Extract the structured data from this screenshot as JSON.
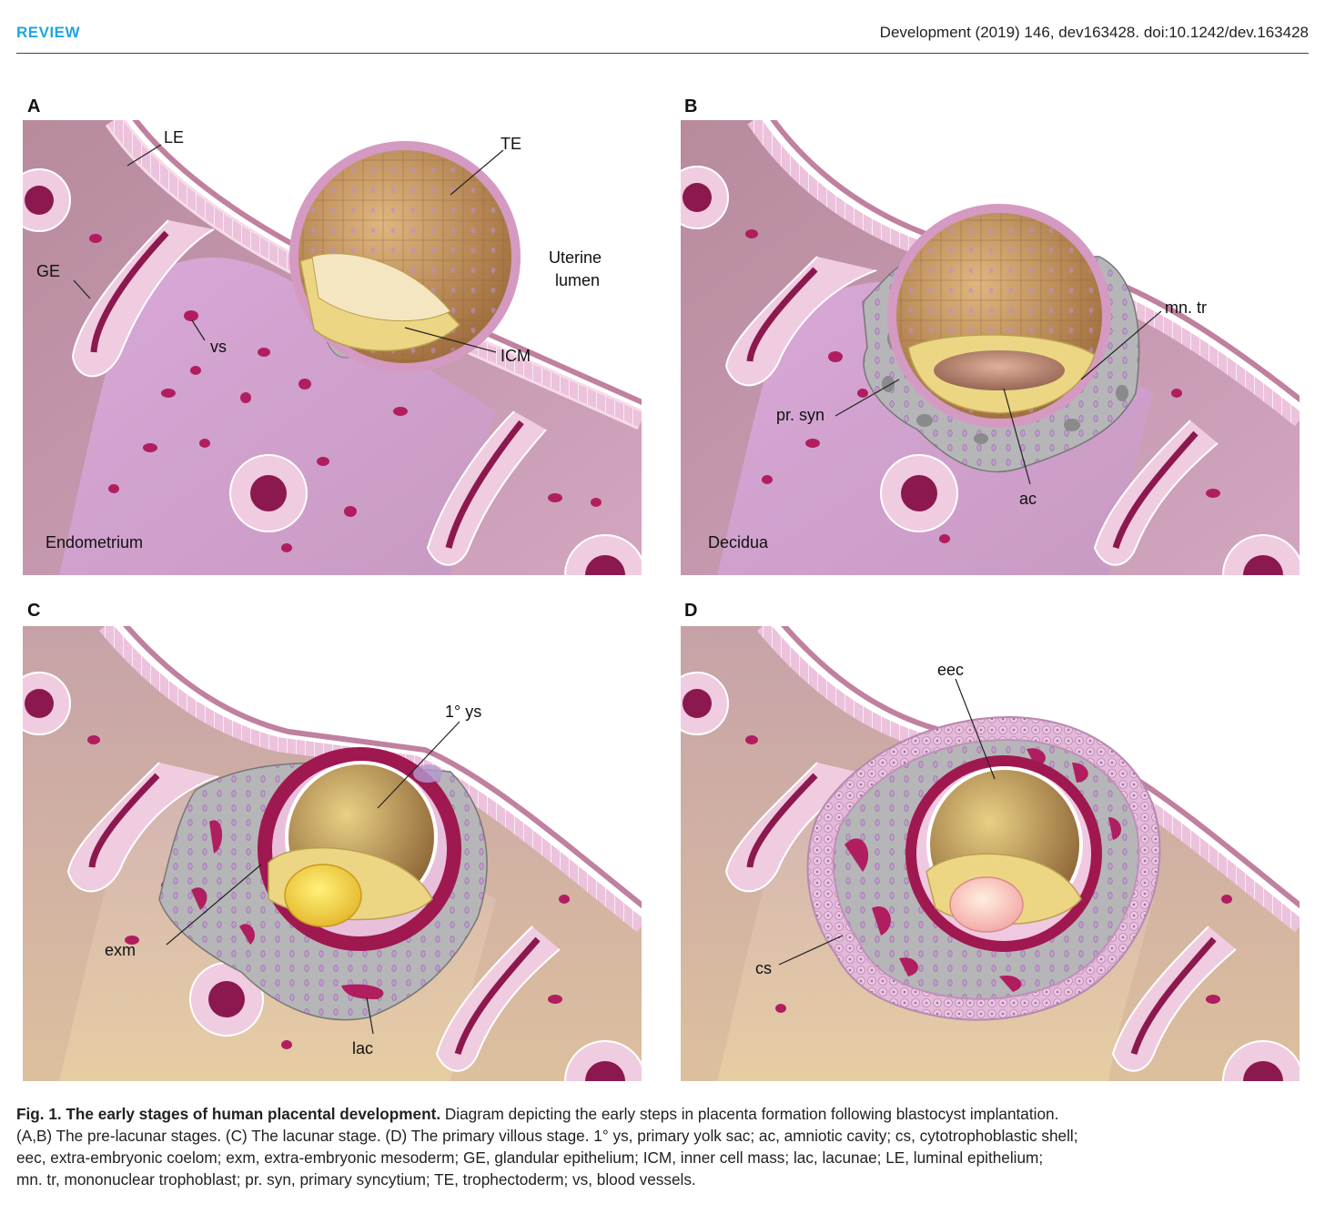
{
  "header": {
    "section": "REVIEW",
    "citation": "Development (2019) 146, dev163428. doi:10.1242/dev.163428"
  },
  "panels": [
    {
      "letter": "A",
      "labels": {
        "le": "LE",
        "te": "TE",
        "uterine1": "Uterine",
        "uterine2": "lumen",
        "ge": "GE",
        "vs": "vs",
        "icm": "ICM",
        "tissue": "Endometrium"
      }
    },
    {
      "letter": "B",
      "labels": {
        "mntr": "mn. tr",
        "prsyn": "pr. syn",
        "ac": "ac",
        "tissue": "Decidua"
      }
    },
    {
      "letter": "C",
      "labels": {
        "ys": "1° ys",
        "exm": "exm",
        "lac": "lac"
      }
    },
    {
      "letter": "D",
      "labels": {
        "eec": "eec",
        "cs": "cs"
      }
    }
  ],
  "caption": {
    "title": "Fig. 1. The early stages of human placental development.",
    "line1": " Diagram depicting the early steps in placenta formation following blastocyst implantation.",
    "line2": "(A,B) The pre-lacunar stages. (C) The lacunar stage. (D) The primary villous stage. 1° ys, primary yolk sac; ac, amniotic cavity; cs, cytotrophoblastic shell;",
    "line3": "eec, extra-embryonic coelom; exm, extra-embryonic mesoderm; GE, glandular epithelium; ICM, inner cell mass; lac, lacunae; LE, luminal epithelium;",
    "line4": "mn. tr, mononuclear trophoblast; pr. syn, primary syncytium; TE, trophectoderm; vs, blood vessels."
  },
  "colors": {
    "tissue_pink": "#c99cb8",
    "lumen_purple": "#d6a8d6",
    "epithelium": "#e8bcd6",
    "crimson": "#8c1850",
    "syncytium_grey": "#b4b4b6",
    "blastocyst_tan": "#b88a55",
    "icm_yellow": "#ecd683",
    "review_blue": "#1fa6df"
  }
}
